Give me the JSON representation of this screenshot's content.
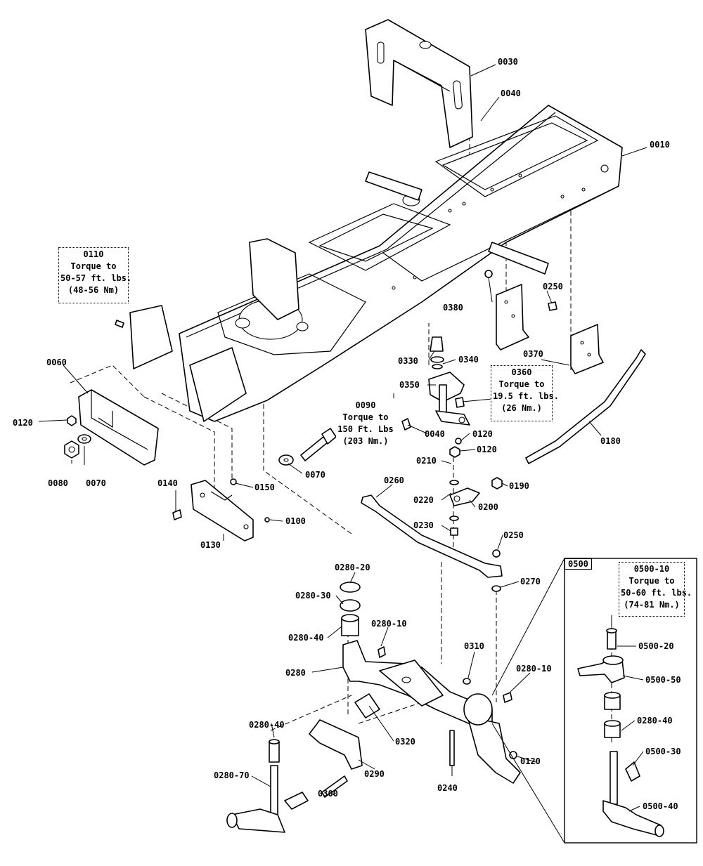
{
  "callouts": {
    "c0010": "0010",
    "c0030": "0030",
    "c0040a": "0040",
    "c0040b": "0040",
    "c0060": "0060",
    "c0070a": "0070",
    "c0070b": "0070",
    "c0080": "0080",
    "c0100": "0100",
    "c0120a": "0120",
    "c0120b": "0120",
    "c0120c": "0120",
    "c0120d": "0120",
    "c0130": "0130",
    "c0140": "0140",
    "c0150": "0150",
    "c0180": "0180",
    "c0190": "0190",
    "c0200": "0200",
    "c0210": "0210",
    "c0220": "0220",
    "c0230": "0230",
    "c0240": "0240",
    "c0250a": "0250",
    "c0250b": "0250",
    "c0260": "0260",
    "c0270": "0270",
    "c0280": "0280",
    "c0280_10a": "0280-10",
    "c0280_10b": "0280-10",
    "c0280_20": "0280-20",
    "c0280_30": "0280-30",
    "c0280_40a": "0280-40",
    "c0280_40b": "0280-40",
    "c0280_40c": "0280-40",
    "c0280_70": "0280-70",
    "c0290": "0290",
    "c0300": "0300",
    "c0310": "0310",
    "c0320": "0320",
    "c0330": "0330",
    "c0340": "0340",
    "c0350": "0350",
    "c0370": "0370",
    "c0380": "0380",
    "c0500_20": "0500-20",
    "c0500_30": "0500-30",
    "c0500_40": "0500-40",
    "c0500_50": "0500-50"
  },
  "notes": {
    "n0110": {
      "line1": "0110",
      "line2": "Torque to",
      "line3": "50-57 ft. lbs.",
      "line4": "(48-56 Nm)"
    },
    "n0360": {
      "line1": "0360",
      "line2": "Torque to",
      "line3": "19.5 ft. lbs.",
      "line4": "(26 Nm.)"
    },
    "n0090": {
      "line1": "0090",
      "line2": "Torque to",
      "line3": "150 Ft. Lbs",
      "line4": "(203 Nm.)"
    },
    "n0500_10": {
      "line1": "0500-10",
      "line2": "Torque to",
      "line3": "50-60 ft. lbs.",
      "line4": "(74-81 Nm.)"
    }
  },
  "detail": {
    "tag": "0500"
  }
}
